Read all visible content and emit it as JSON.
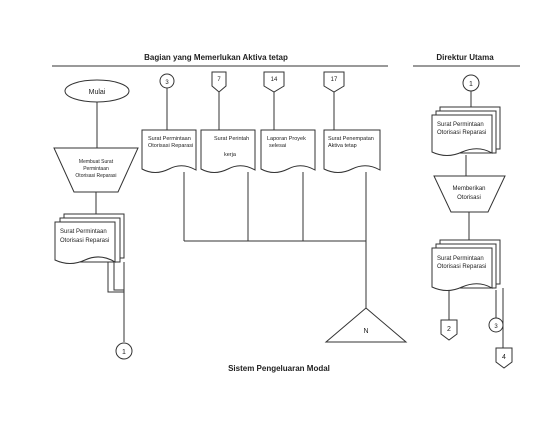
{
  "sections": {
    "left_title": "Bagian yang Memerlukan Aktiva tetap",
    "right_title": "Direktur Utama"
  },
  "caption": "Sistem Pengeluaran Modal",
  "start": "Mulai",
  "steps": {
    "create_request": [
      "Membuat Surat",
      "Permintaan",
      "Otorisasi Reparasi"
    ],
    "give_authorization": [
      "Memberikan",
      "Otorisasi"
    ]
  },
  "documents": {
    "request_left": [
      "Surat Permintaan",
      "Otorisasi Reparasi"
    ],
    "request_a": [
      "Surat Permintaan",
      "Otorisasi Reparasi"
    ],
    "work_order": [
      "Surat Perintah",
      "kerja"
    ],
    "project_report": [
      "Laporan Proyek",
      "selesai"
    ],
    "placement_letter": [
      "Surat Penempatan",
      "Aktiva tetap"
    ],
    "request_director_in": [
      "Surat Permintaan",
      "Otorisasi Reparasi"
    ],
    "request_director_out": [
      "Surat Permintaan",
      "Otorisasi Reparasi"
    ]
  },
  "connectors": {
    "c_left_out": "1",
    "c_in_a": "3",
    "c_in_director": "1",
    "c_out_director_b": "3"
  },
  "offpage": {
    "p7": "7",
    "p14": "14",
    "p17": "17",
    "p2": "2",
    "p4": "4"
  },
  "file": "N"
}
